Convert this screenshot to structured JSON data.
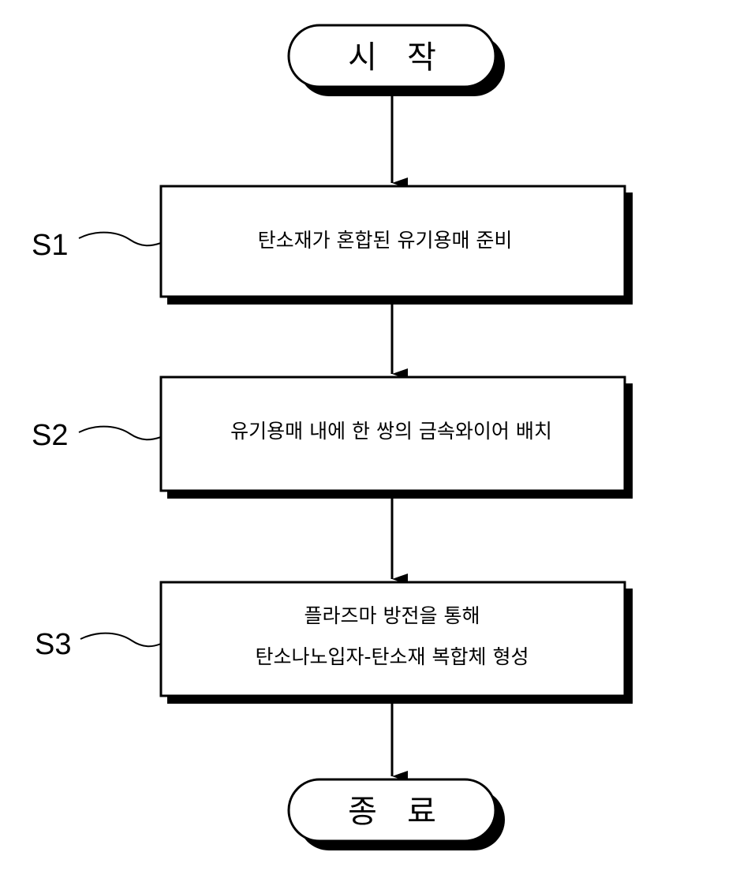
{
  "start": {
    "label": "시   작"
  },
  "end": {
    "label": "종   료"
  },
  "steps": [
    {
      "id": "S1",
      "lines": [
        "탄소재가 혼합된 유기용매 준비"
      ]
    },
    {
      "id": "S2",
      "lines": [
        "유기용매 내에 한 쌍의 금속와이어 배치"
      ]
    },
    {
      "id": "S3",
      "lines": [
        "플라즈마 방전을 통해",
        "탄소나노입자-탄소재 복합체 형성"
      ]
    }
  ]
}
